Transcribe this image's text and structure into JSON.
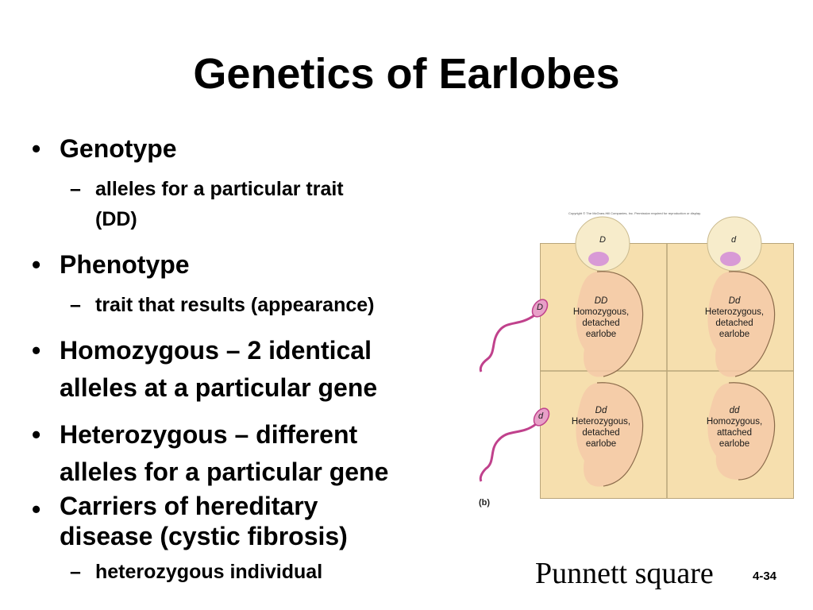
{
  "slide": {
    "title": "Genetics of Earlobes",
    "bullets": [
      {
        "text": "Genotype",
        "sub": [
          "alleles for a particular trait",
          "(DD)"
        ]
      },
      {
        "text": "Phenotype",
        "sub": [
          "trait that results (appearance)"
        ]
      },
      {
        "lines": [
          "Homozygous – 2 identical",
          "alleles at a particular gene"
        ]
      },
      {
        "lines": [
          "Heterozygous – different",
          "alleles for a particular gene"
        ]
      },
      {
        "lines": [
          "Carriers of hereditary",
          "disease (cystic fibrosis)"
        ],
        "sub": [
          "heterozygous individual"
        ]
      }
    ],
    "bullet_glyph": "•",
    "dash_glyph": "–",
    "caption": "Punnett square",
    "slide_number": "4-34"
  },
  "figure": {
    "copyright": "Copyright © The McGraw-Hill Companies, Inc. Permission required for reproduction or display.",
    "panel_label": "(b)",
    "egg_alleles": [
      "D",
      "d"
    ],
    "sperm_alleles": [
      "D",
      "d"
    ],
    "cells": [
      {
        "genotype": "DD",
        "line1": "Homozygous,",
        "line2": "detached",
        "line3": "earlobe"
      },
      {
        "genotype": "Dd",
        "line1": "Heterozygous,",
        "line2": "detached",
        "line3": "earlobe"
      },
      {
        "genotype": "Dd",
        "line1": "Heterozygous,",
        "line2": "detached",
        "line3": "earlobe"
      },
      {
        "genotype": "dd",
        "line1": "Homozygous,",
        "line2": "attached",
        "line3": "earlobe"
      }
    ],
    "colors": {
      "grid": "#f6dfae",
      "ear": "#f4caa8",
      "egg": "#f7eccb",
      "nucleus": "#d89ad6",
      "sperm": "#c0418c"
    }
  }
}
